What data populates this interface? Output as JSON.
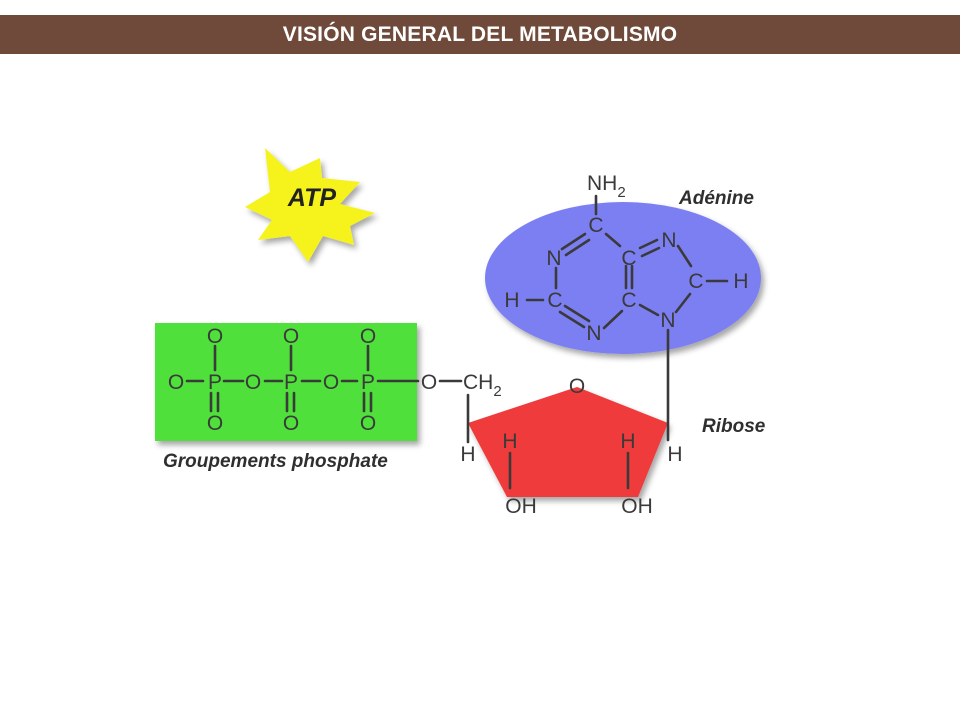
{
  "header": {
    "title": "VISIÓN GENERAL DEL METABOLISMO",
    "bar_color": "#6f4a3b"
  },
  "diagram": {
    "badge": {
      "text": "ATP",
      "color": "#f5f21c"
    },
    "adenine": {
      "label": "Adénine",
      "color": "#7b7ff2"
    },
    "ribose": {
      "label": "Ribose",
      "color": "#ef3a3a"
    },
    "phosphates": {
      "label": "Groupements phosphate",
      "color": "#4fe03a"
    },
    "atoms": {
      "o": "O",
      "p": "P",
      "n": "N",
      "c": "C",
      "h": "H",
      "nh2_main": "NH",
      "nh2_sub": "2",
      "ch2_main": "CH",
      "ch2_sub": "2",
      "oh": "OH"
    }
  }
}
